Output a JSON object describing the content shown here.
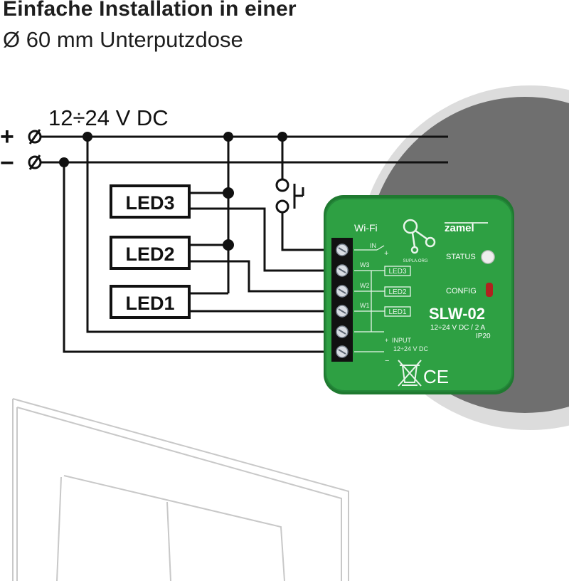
{
  "header": {
    "title_line1": "Einfache Installation in einer",
    "title_line2": "Ø 60 mm Unterputzdose"
  },
  "supply": {
    "voltage_label": "12÷24 V DC",
    "plus_symbol": "+",
    "minus_symbol": "−",
    "terminal_symbol": "⌀"
  },
  "leds": [
    "LED3",
    "LED2",
    "LED1"
  ],
  "device": {
    "wifi_label": "Wi-Fi",
    "brand": "zamel",
    "supla": "SUPLA.ORG",
    "status_label": "STATUS",
    "config_label": "CONFIG",
    "model": "SLW-02",
    "rating": "12÷24 V DC / 2 A",
    "ip_rating": "IP20",
    "in_label": "IN",
    "channel_labels": [
      "W3",
      "W2",
      "W1"
    ],
    "led_boxes": [
      "LED3",
      "LED2",
      "LED1"
    ],
    "input_label": "INPUT",
    "input_voltage": "12÷24 V DC",
    "plus_mark": "+",
    "minus_mark": "−",
    "ce_mark": "CE",
    "colors": {
      "body": "#2ea043",
      "body_dark": "#1f7a30",
      "terminal": "#111111"
    }
  }
}
